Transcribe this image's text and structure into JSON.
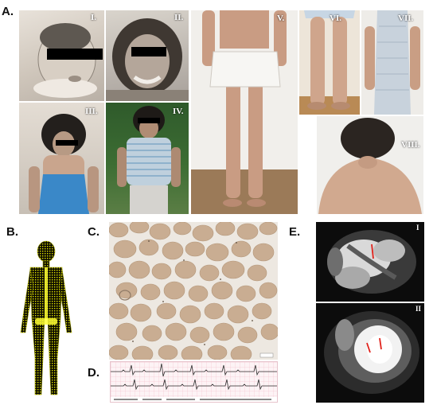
{
  "figure": {
    "panel_labels": {
      "a": "A.",
      "b": "B.",
      "c": "C.",
      "d": "D.",
      "e": "E."
    },
    "subpanels_a": [
      "I.",
      "II.",
      "III.",
      "IV.",
      "V.",
      "VI.",
      "VII.",
      "VIII."
    ],
    "subpanels_e": [
      "I",
      "II"
    ],
    "colors": {
      "ecg_grid": "#f2b8c6",
      "ecg_trace": "#2a2a2a",
      "muscle_fiber": "#c9ad92",
      "muscle_background": "#ede8e1",
      "body_scan_yellow": "#e6e600",
      "mri_arrow": "#e0231c"
    },
    "icons": {
      "scale_bar": "scale-bar-icon"
    }
  }
}
